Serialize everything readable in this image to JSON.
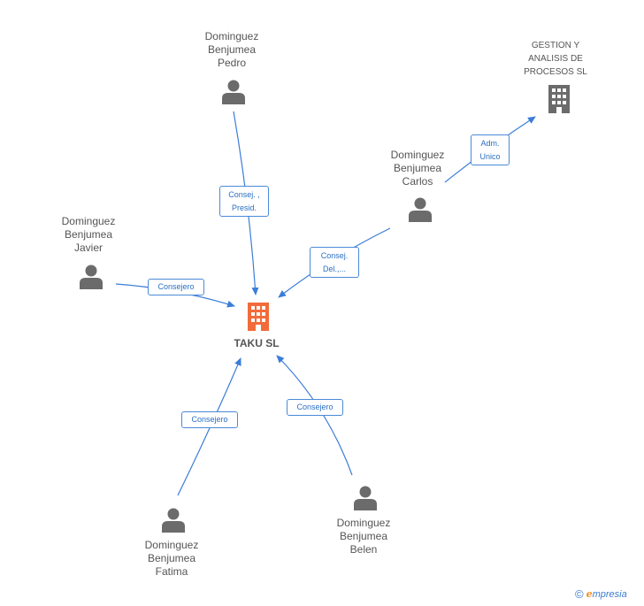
{
  "nodes": {
    "pedro": {
      "name": "Dominguez\nBenjumea\nPedro"
    },
    "javier": {
      "name": "Dominguez\nBenjumea\nJavier"
    },
    "carlos": {
      "name": "Dominguez\nBenjumea\nCarlos"
    },
    "fatima": {
      "name": "Dominguez\nBenjumea\nFatima"
    },
    "belen": {
      "name": "Dominguez\nBenjumea\nBelen"
    },
    "gestion": {
      "name": "GESTION Y\nANALISIS DE\nPROCESOS SL"
    },
    "taku": {
      "name": "TAKU SL"
    }
  },
  "edges": {
    "pedro_taku": "Consej. ,\nPresid.",
    "javier_taku": "Consejero",
    "carlos_taku": "Consej.\nDel.,...",
    "carlos_gestion": "Adm.\nUnico",
    "fatima_taku": "Consejero",
    "belen_taku": "Consejero"
  },
  "colors": {
    "edge": "#3b7dd8",
    "person": "#6b6b6b",
    "company": "#6b6b6b",
    "focus_company": "#f26b3a"
  },
  "footer": {
    "copyright": "©",
    "brand_initial": "e",
    "brand_rest": "mpresia"
  }
}
